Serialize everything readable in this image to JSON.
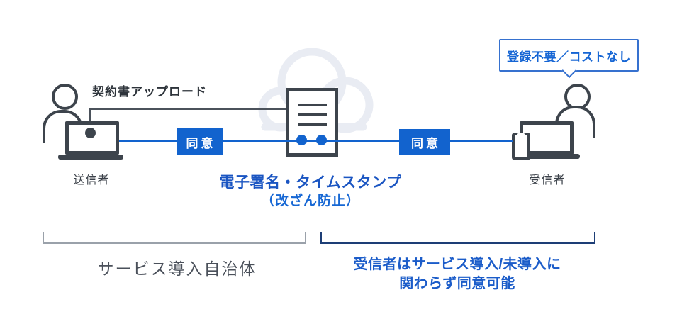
{
  "badge": {
    "label": "登録不要／コストなし"
  },
  "sender": {
    "upload_label": "契約書アップロード",
    "label": "送信者"
  },
  "receiver": {
    "label": "受信者"
  },
  "agree": {
    "left_label": "同意",
    "right_label": "同意"
  },
  "center": {
    "title": "電子署名・タイムスタンプ",
    "subtitle": "（改ざん防止）"
  },
  "footer": {
    "left_label": "サービス導入自治体",
    "right_line1": "受信者はサービス導入/未導入に",
    "right_line2": "関わらず同意可能"
  },
  "colors": {
    "accent_blue": "#1263ce",
    "title_blue": "#1a55c2",
    "text_blue": "#1b5cc9",
    "badge_border_blue": "#3671cf",
    "icon_dark_gray": "#3d444c",
    "cloud_light_gray": "#e9ecf3",
    "bracket_gray": "#9aa1aa",
    "bracket_navy": "#1d3e76"
  }
}
